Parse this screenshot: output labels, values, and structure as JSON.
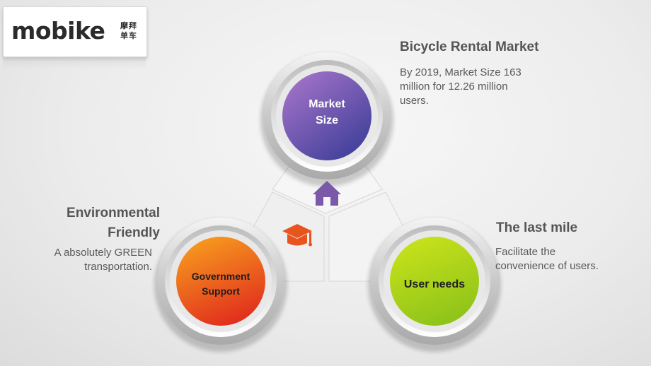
{
  "logo": {
    "brand": "mobike",
    "chinese": "摩拜单车"
  },
  "nodes": {
    "top": {
      "label_line1": "Market",
      "label_line2": "Size",
      "color_light": "#9b6fc4",
      "color_dark": "#3f3f9a"
    },
    "left": {
      "label_line1": "Government",
      "label_line2": "Support",
      "color_light": "#f79a1e",
      "color_dark": "#e02a1d"
    },
    "right": {
      "label": "User needs",
      "color_light": "#c7e21a",
      "color_dark": "#8cc21a"
    }
  },
  "icons": {
    "center_top": "house-icon",
    "center_left": "graduation-cap-icon",
    "house_color": "#7a5aa8",
    "cap_color": "#e8541e"
  },
  "top_text": {
    "title": "Bicycle Rental Market",
    "desc_line1": "By 2019, Market Size 163",
    "desc_line2": "million for 12.26 million",
    "desc_line3": "users."
  },
  "left_text": {
    "title_line1": "Environmental",
    "title_line2": "Friendly",
    "desc_line1": "A absolutely GREEN",
    "desc_line2": "transportation."
  },
  "right_text": {
    "title": "The last mile",
    "desc_line1": "Facilitate the",
    "desc_line2": "convenience of users."
  }
}
